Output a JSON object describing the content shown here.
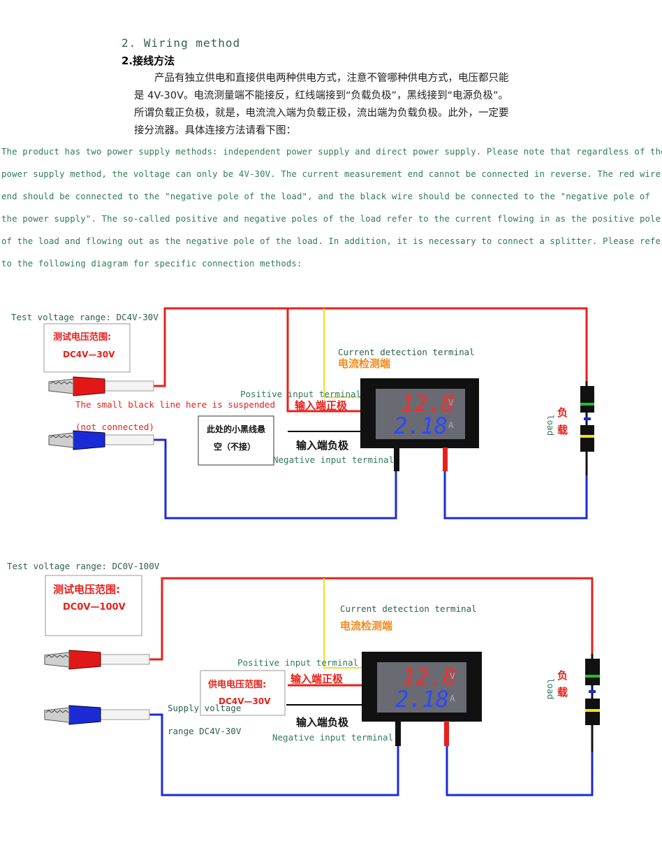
{
  "heading": {
    "title_en": "2. Wiring method",
    "title_zh": "2.接线方法"
  },
  "zh_paragraph": [
    "　　产品有独立供电和直接供电两种供电方式，注意不管哪种供电方式，电压都只能",
    "是 4V-30V。电流测量端不能接反，红线端接到“负载负极”，黑线接到“电源负极”。",
    "所谓负载正负极，就是，电流流入端为负载正极，流出端为负载负极。此外，一定要",
    "接分流器。具体连接方法请看下图："
  ],
  "en_paragraph": [
    "The product has two power supply methods: independent power supply and direct power supply. Please note that regardless of the",
    "power supply method, the voltage can only be 4V-30V. The current measurement end cannot be connected in reverse. The red wire",
    "end should be connected to the \"negative pole of the load\", and the black wire should be connected to the \"negative pole of",
    "the power supply\". The so-called positive and negative poles of the load refer to the current flowing in as the positive pole",
    "of the load and flowing out as the negative pole of the load. In addition, it is necessary to connect a splitter. Please refer",
    "to the following diagram for specific connection methods:"
  ],
  "diagram1": {
    "test_range_en": "Test voltage range: DC4V-30V",
    "test_range_zh_1": "测试电压范围:",
    "test_range_zh_2": "DC4V—30V",
    "current_terminal_en": "Current detection terminal",
    "current_terminal_zh": "电流检测端",
    "positive_en": "Positive input terminal",
    "positive_zh": "输入端正极",
    "suspended_note": "The small black line here is suspended",
    "not_connected": "(not connected)",
    "black_line_zh_1": "此处的小黑线悬",
    "black_line_zh_2": "空（不接）",
    "negative_zh": "输入端负极",
    "negative_en": "Negative input terminal",
    "load_zh_1": "负",
    "load_zh_2": "载",
    "load_en": "load",
    "voltage_reading": "12.8",
    "current_reading": "2.18",
    "unit_v": "V",
    "unit_a": "A"
  },
  "diagram2": {
    "test_range_en": "Test voltage range: DC0V-100V",
    "test_range_zh_1": "测试电压范围:",
    "test_range_zh_2": "DC0V—100V",
    "current_terminal_en": "Current detection terminal",
    "current_terminal_zh": "电流检测端",
    "positive_en": "Positive input terminal",
    "positive_zh": "输入端正极",
    "supply_zh_1": "供电电压范围:",
    "supply_zh_2": "DC4V—30V",
    "supply_en_1": "Supply voltage",
    "supply_en_2": "range DC4V-30V",
    "negative_zh": "输入端负极",
    "negative_en": "Negative input terminal",
    "load_zh_1": "负",
    "load_zh_2": "载",
    "load_en": "load",
    "voltage_reading": "12.8",
    "current_reading": "2.18",
    "unit_v": "V",
    "unit_a": "A"
  },
  "colors": {
    "red_wire": "#e8201a",
    "blue_wire": "#1a2bd6",
    "yellow_wire": "#f0e020",
    "label_green": "#2f7a5a",
    "label_orange": "#f08a20",
    "display_red": "#ff2a2a",
    "display_blue": "#2a4aff"
  }
}
